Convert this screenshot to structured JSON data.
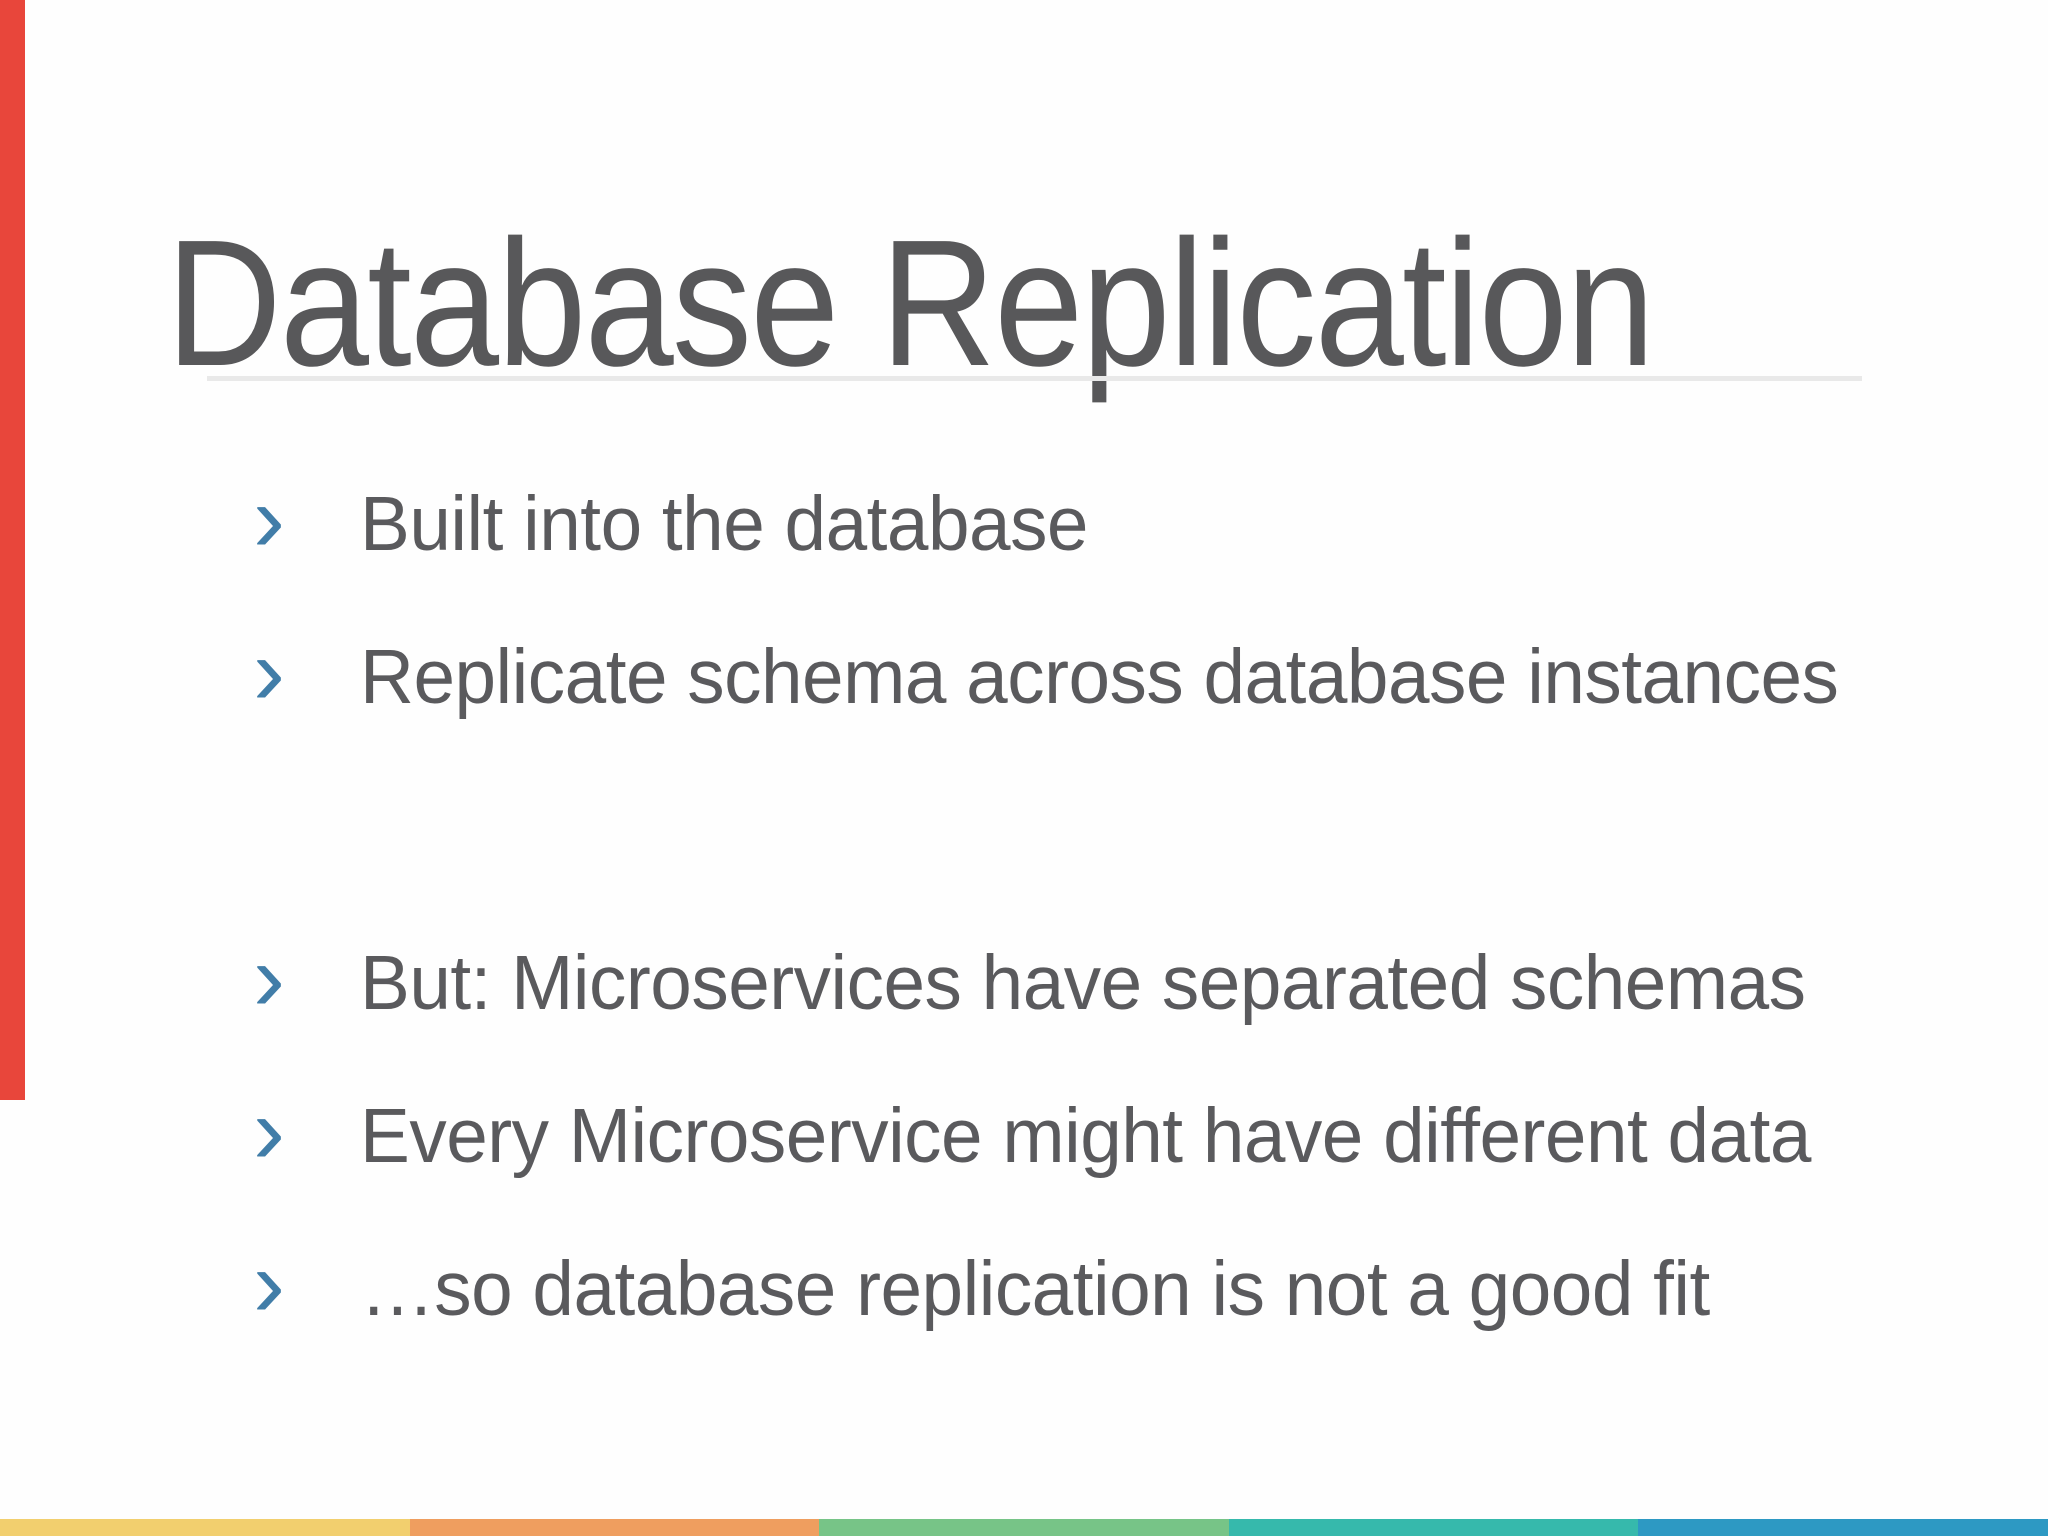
{
  "slide": {
    "title": "Database Replication",
    "bullet_marker": "›",
    "bullets_top": [
      "Built into the database",
      "Replicate schema across database instances"
    ],
    "bullets_bottom": [
      "But: Microservices have separated schemas",
      "Every Microservice might have different data",
      "…so database replication is not a good fit"
    ]
  },
  "colors": {
    "title_text": "#58585a",
    "bullet_text": "#5a5a5d",
    "bullet_marker": "#417da8",
    "divider": "#e9e9e9",
    "progress_bar": "#e8463b",
    "footer_stripes": [
      "#f2cf6e",
      "#ef9e5f",
      "#77c487",
      "#36b9ac",
      "#2d99c3"
    ]
  }
}
